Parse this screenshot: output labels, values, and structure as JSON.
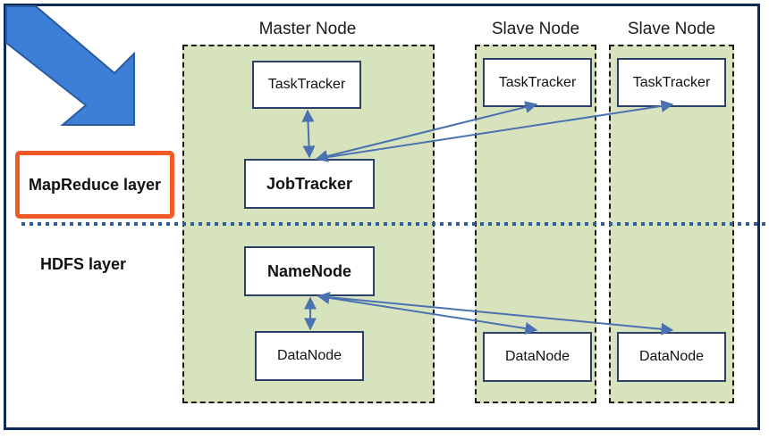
{
  "layers": {
    "mapreduce": "MapReduce layer",
    "hdfs": "HDFS layer"
  },
  "columns": {
    "master": {
      "title": "Master Node",
      "tasktracker": "TaskTracker",
      "jobtracker": "JobTracker",
      "namenode": "NameNode",
      "datanode": "DataNode"
    },
    "slave1": {
      "title": "Slave Node",
      "tasktracker": "TaskTracker",
      "datanode": "DataNode"
    },
    "slave2": {
      "title": "Slave Node",
      "tasktracker": "TaskTracker",
      "datanode": "DataNode"
    }
  },
  "colors": {
    "arrow": "#4a72b0",
    "node_fill": "#d6e3bd",
    "highlight": "#f15a22",
    "divider": "#2e5e9a"
  }
}
